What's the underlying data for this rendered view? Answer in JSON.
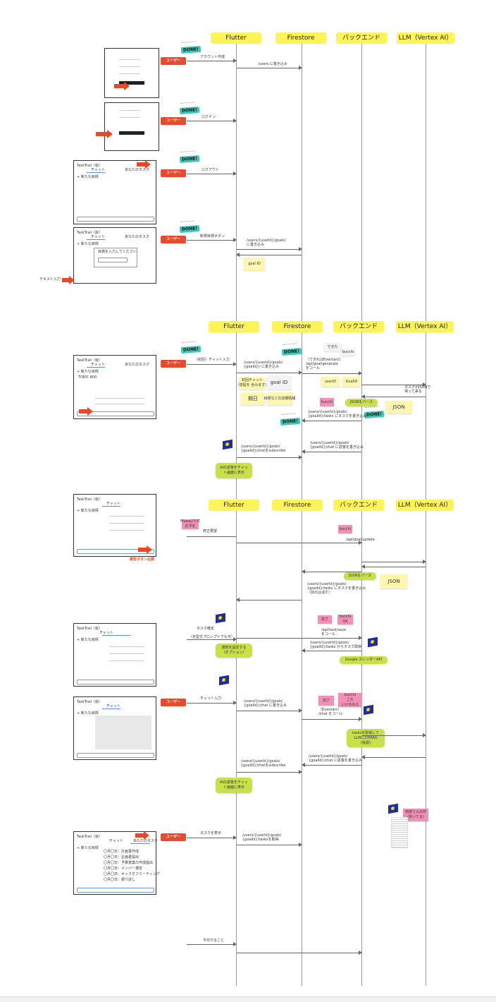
{
  "participants": [
    "Flutter",
    "Firestore",
    "バックエンド",
    "LLM（Vertex AI）"
  ],
  "section1": {
    "user": "ユーザー",
    "done": "DONE!",
    "create_account": "アカウント作成",
    "write_users": "/users に書き込み",
    "login": "ログイン",
    "logout": "ログアウト",
    "new_goal_btn": "新規目標ボタン",
    "write_goals": "/users/{userId}/goals/\nに書き込み",
    "goal_id": "goal ID",
    "text_input": "テキスト入力"
  },
  "section2": {
    "first_chat": "(初回）チャット入力",
    "write_goal": "/users/{userId}/goals/\n{goalId}/ に書き込み",
    "eventarc": "（できればEventarc)\n/api/goal/generate\nをコール",
    "dekita": "できた",
    "bucchi": "bucchi",
    "first_chat_note": "初回チャット\n（前提を 含みます）",
    "goal_id_big": "goal ID",
    "kijitsu": "期日",
    "goal_feature": "目標などの詳細情報",
    "user_id": "userID",
    "goal_id_small": "GoalID",
    "task_json": "タスクがJSONで\n帰って来る",
    "bucchi2": "bucchi",
    "json_parse": "JSONをパース",
    "json": "JSON",
    "write_tasks": "/users/{userId}/goals/\n{goalId}/tasks にタスクを書き込み",
    "write_chat": "/users/{userId}/goals/\n{goalId}/chat に返答を書き込み",
    "subscribe": "/users/{userId}/goals/\n{goalId}/chatをsubscribe",
    "show_reply": "AIの返答をチャッ\nト画面に表示"
  },
  "section3": {
    "phase_note": "Phase2で対\n応予定",
    "edit_request": "修正要望",
    "bucchi": "bucchi",
    "api_update": "/api/goal/update",
    "json_parse": "JSONをパース",
    "json": "JSON",
    "write_tasks": "/users/{userId}/goals/\n{goalId}/tasks にタスクを書き込み\n（前のは消す）",
    "confirm_btn": "確定ボタン必要",
    "task_confirm": "タスク確定",
    "fixed_prompt": "（定型文プロンプトでも可）",
    "kanryo": "完了",
    "bucchi_ok": "bucchi\nOK",
    "api_save": "/api/task/save\nをコール",
    "get_tasks": "/users/{userId}/goals/\n{goalId}/tasks からタスク取得",
    "notify": "通知を設定する\n（オプション）",
    "gcal": "Google カレンダーAPI",
    "chat_input": "チャット入力",
    "write_chat": "/users/{userId}/goals/\n{goalId}/chat に書き込み",
    "kanryo2": "完了",
    "bucchi_rag": "bucchi\nこれ\nいけるねえ",
    "eventarc_chat": "（Eventarc）\n/chat をコール",
    "rag": "tasksを取得して\nLLMに2次RAG\n(仮説)",
    "write_chat_reply": "/users/{userId}/goals/\n{goalId}/chat に返答を書き込み",
    "subscribe": "/users/{userId}/goals/\n{goalId}/chatをsubscribe",
    "show_reply": "AIの返答をチャッ\nト画面に表示",
    "kanryo3_note": "南部さんの件\n(祈いてる)"
  },
  "section4": {
    "show_tasks": "タスクを表示",
    "get_tasks": "/users/{userId}/goals/\n{goalId}/tasksを取得",
    "today": "今日やること"
  },
  "mock": {
    "app_title": "TaskTrail（仮）",
    "tab_chat": "チャット",
    "tab_tasks": "あなたのタスク",
    "new_goal": "+ 新たな目標",
    "prompt": "目標を入力してください",
    "toeic": "TOEIC 800",
    "task_items": [
      "〇月〇日：計画書作成",
      "〇月〇日：企画書提出",
      "〇月〇日：予算書案の作成提出",
      "〇月〇日：メンバー選定",
      "〇月〇日：キックオフミーティング",
      "〇月〇日：振り返し"
    ]
  },
  "colors": {
    "lane": "#fff35a",
    "user": "#e54b2d",
    "done": "#3ec7b9",
    "green": "#c9e04a",
    "pink": "#f28fb6",
    "sticky": "#fff7b0"
  }
}
